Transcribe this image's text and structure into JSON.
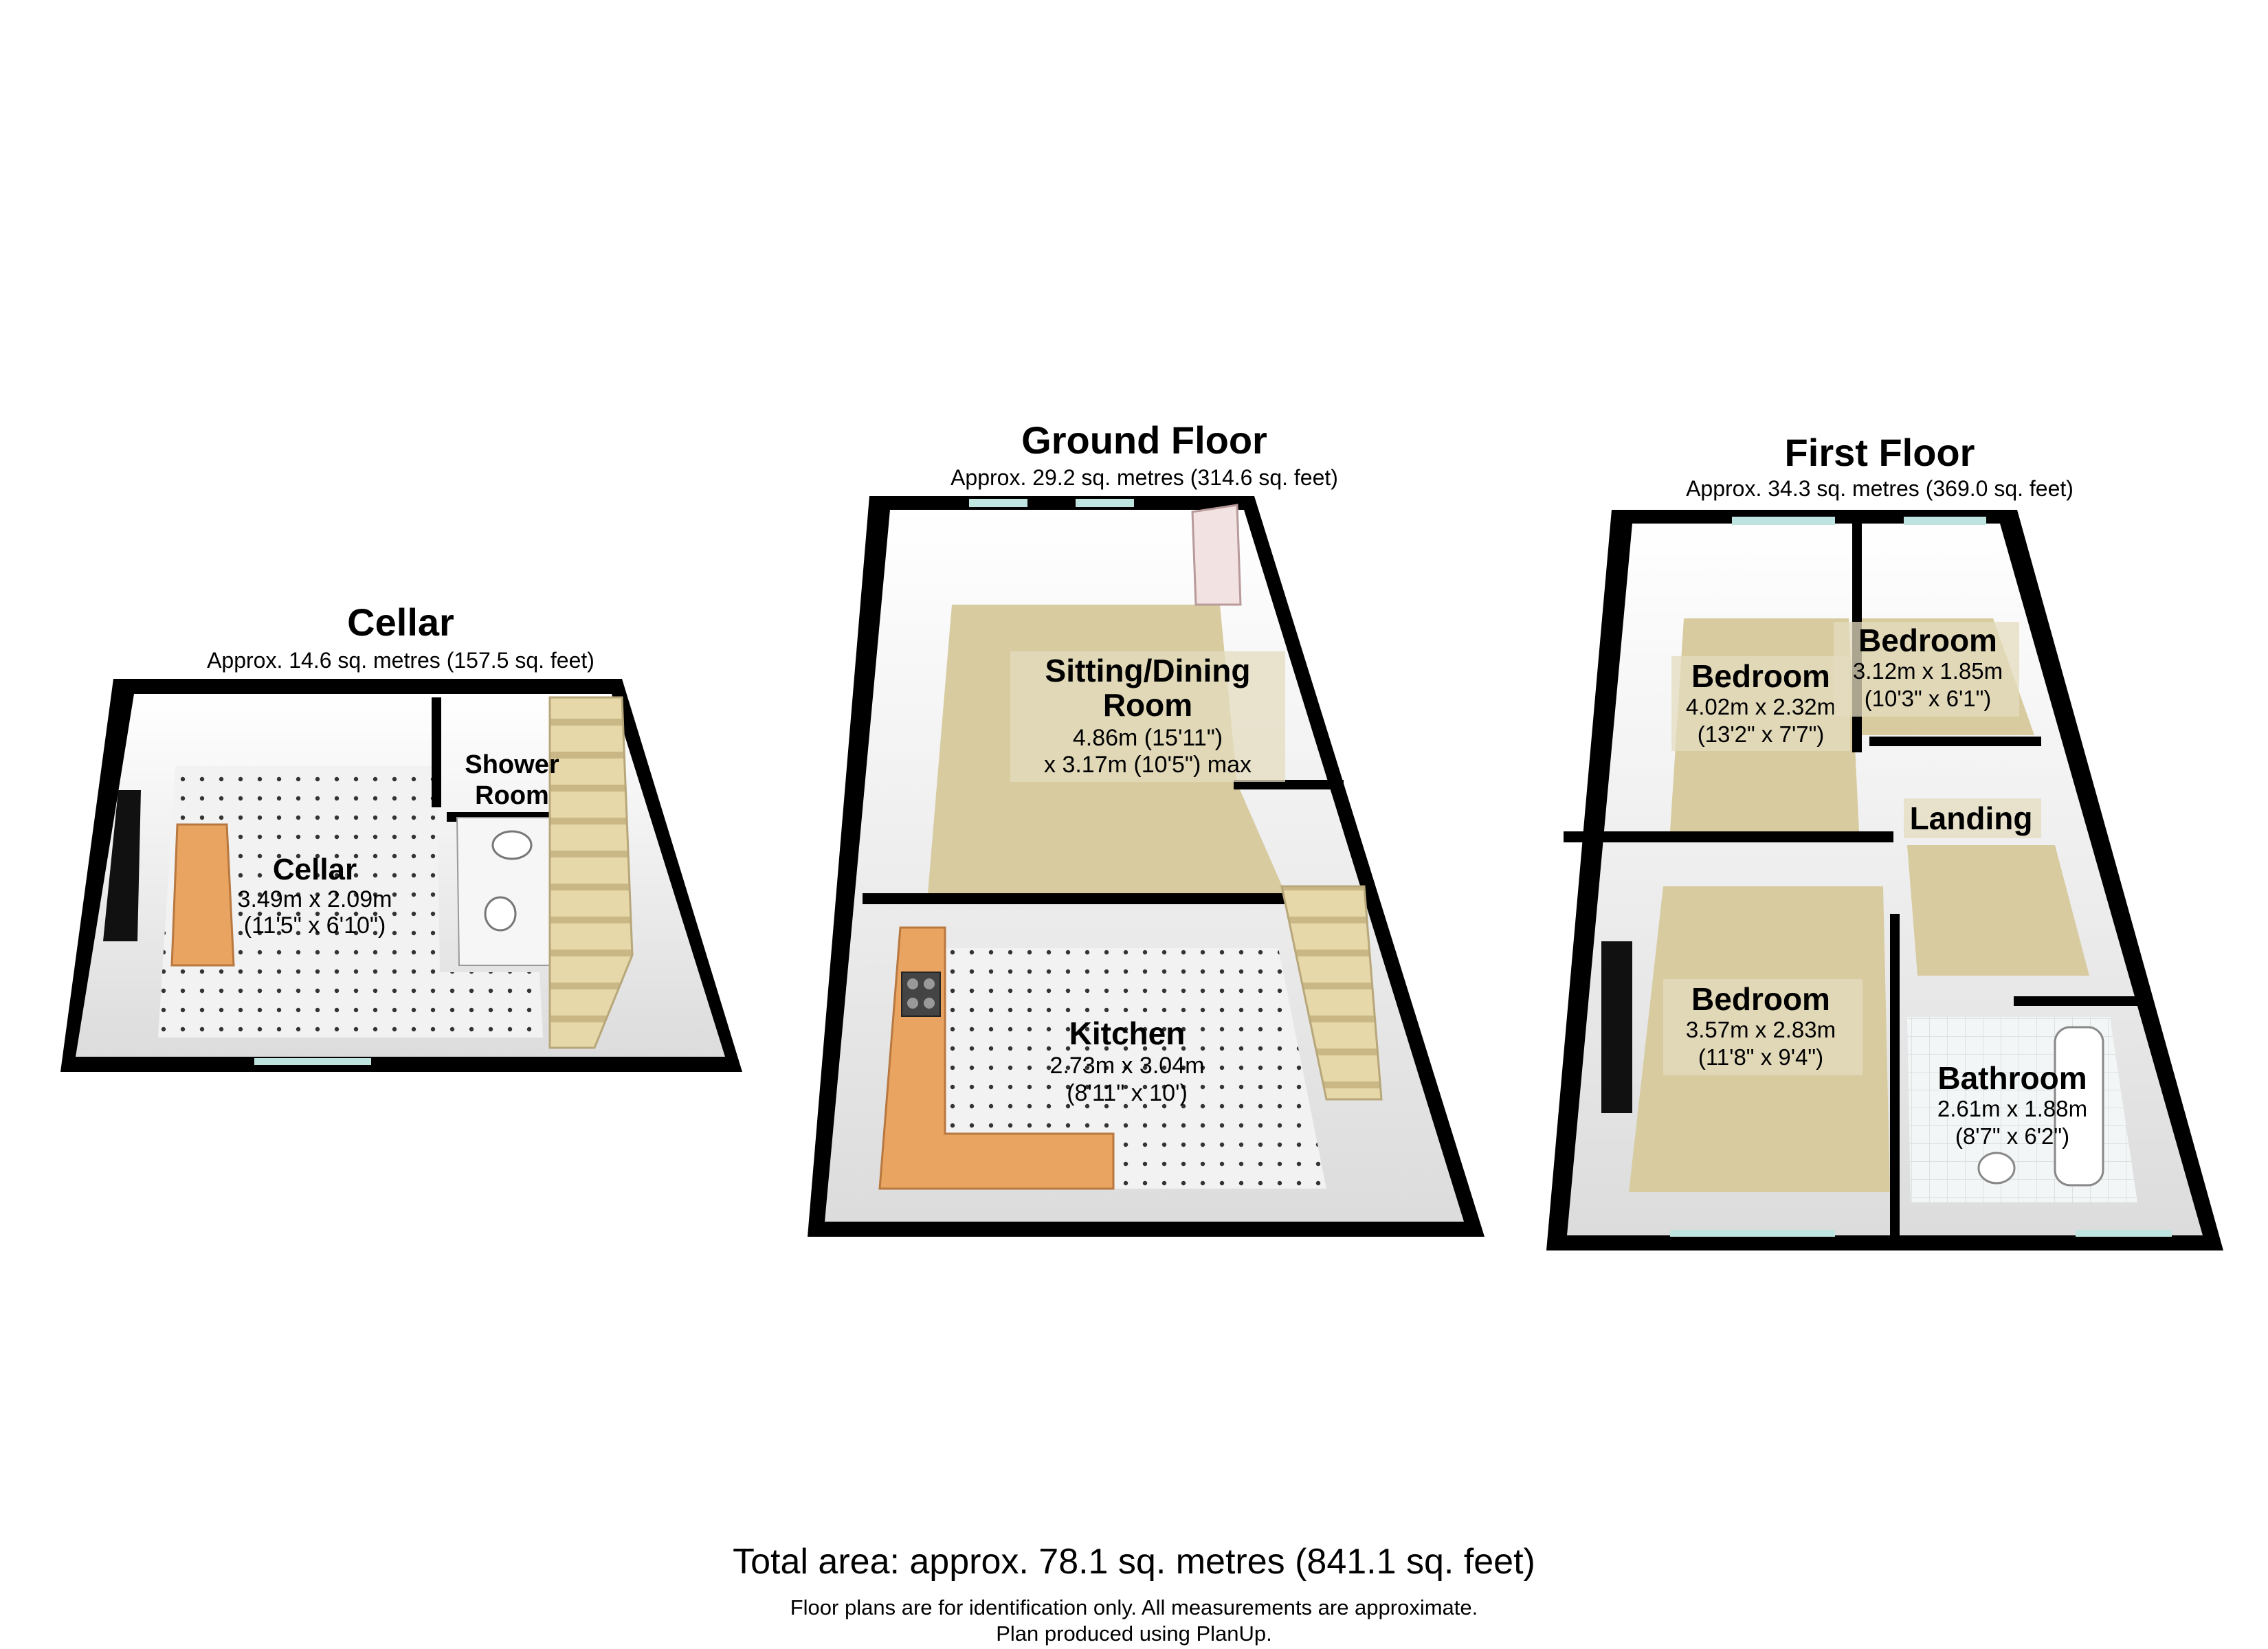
{
  "colors": {
    "wall": "#000000",
    "wall_inner": "#f4f4f4",
    "carpet": "#d8cba0",
    "tile_floor": "#f2f2f2",
    "tile_dot": "#222222",
    "worktop": "#e8a460",
    "stairs": "#e6d6a8",
    "window": "#bfe3df",
    "label_bg": "#e4dcc0"
  },
  "floors": {
    "cellar": {
      "title": "Cellar",
      "area": "Approx. 14.6 sq. metres (157.5 sq. feet)",
      "rooms": {
        "cellar": {
          "name": "Cellar",
          "dim1": "3.49m x 2.09m",
          "dim2": "(11'5\" x 6'10\")"
        },
        "shower": {
          "name1": "Shower",
          "name2": "Room"
        }
      }
    },
    "ground": {
      "title": "Ground Floor",
      "area": "Approx. 29.2 sq. metres (314.6 sq. feet)",
      "rooms": {
        "sitting": {
          "name1": "Sitting/Dining",
          "name2": "Room",
          "dim1": "4.86m (15'11\")",
          "dim2": "x 3.17m (10'5\") max"
        },
        "kitchen": {
          "name": "Kitchen",
          "dim1": "2.73m x 3.04m",
          "dim2": "(8'11\" x 10')"
        }
      }
    },
    "first": {
      "title": "First Floor",
      "area": "Approx. 34.3 sq. metres (369.0 sq. feet)",
      "rooms": {
        "bedroom1": {
          "name": "Bedroom",
          "dim1": "4.02m x 2.32m",
          "dim2": "(13'2\" x 7'7\")"
        },
        "bedroom2": {
          "name": "Bedroom",
          "dim1": "3.12m x 1.85m",
          "dim2": "(10'3\" x 6'1\")"
        },
        "landing": {
          "name": "Landing"
        },
        "bedroom3": {
          "name": "Bedroom",
          "dim1": "3.57m x 2.83m",
          "dim2": "(11'8\" x 9'4\")"
        },
        "bathroom": {
          "name": "Bathroom",
          "dim1": "2.61m x 1.88m",
          "dim2": "(8'7\" x 6'2\")"
        }
      }
    }
  },
  "footer": {
    "total": "Total area: approx. 78.1 sq. metres (841.1 sq. feet)",
    "note1": "Floor plans are for identification only. All measurements are approximate.",
    "note2": "Plan produced using PlanUp."
  }
}
